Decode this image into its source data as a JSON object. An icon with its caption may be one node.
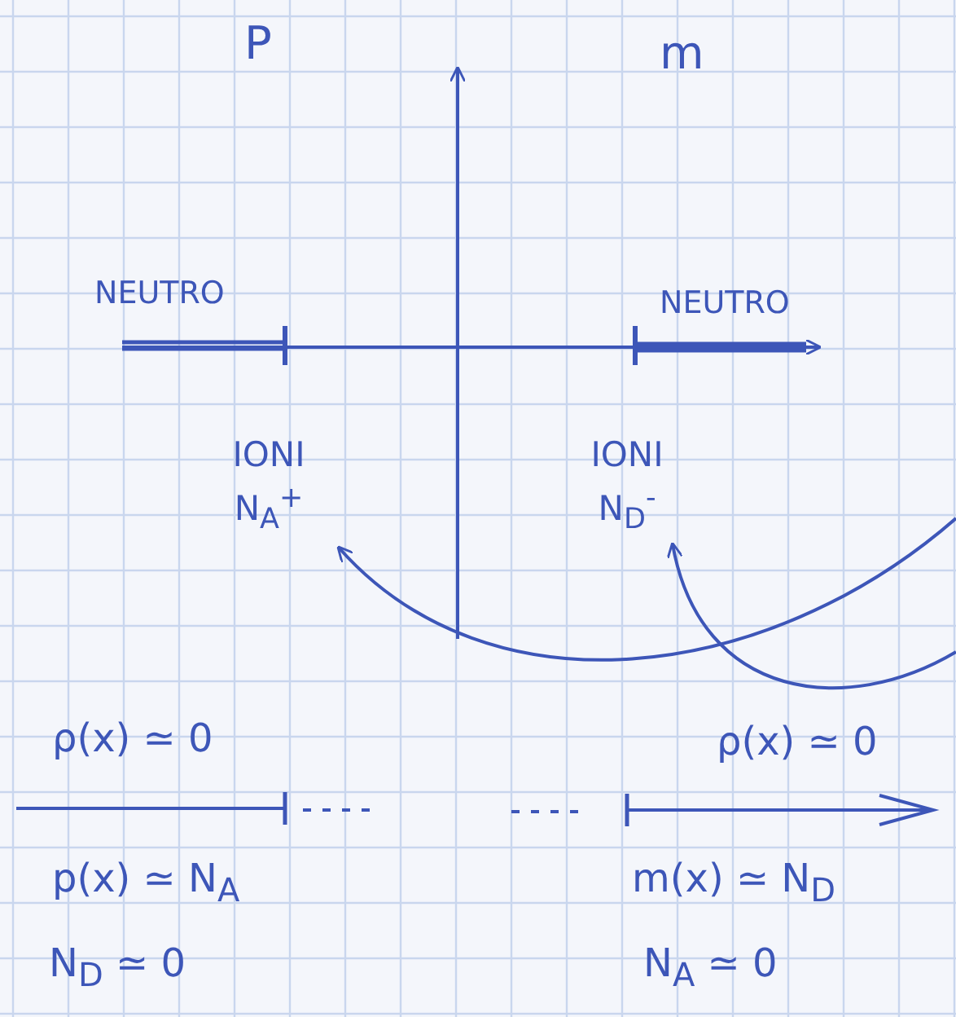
{
  "diagram": {
    "nodes": [
      {
        "text": [
          "IONI",
          "N$_{A}$$^{+}$"
        ]
      },
      {
        "text": [
          "IONI",
          "N$_{D}$$^{-}$"
        ]
      }
    ],
    "edges": [
      {
        "from": null,
        "to": 0,
        "arrow": "to"
      },
      {
        "from": null,
        "to": 1,
        "arrow": "to"
      }
    ],
    "labels": [
      "P",
      "m",
      "NEUTRO",
      "NEUTRO",
      "ρ(x) ≃ 0",
      "ρ(x) ≃ 0",
      "p(x) ≃ N$_{A}$",
      "m(x) ≃ N$_{D}$",
      "N$_{D}$ ≃ 0",
      "N$_{A}$ ≃ 0"
    ]
  }
}
